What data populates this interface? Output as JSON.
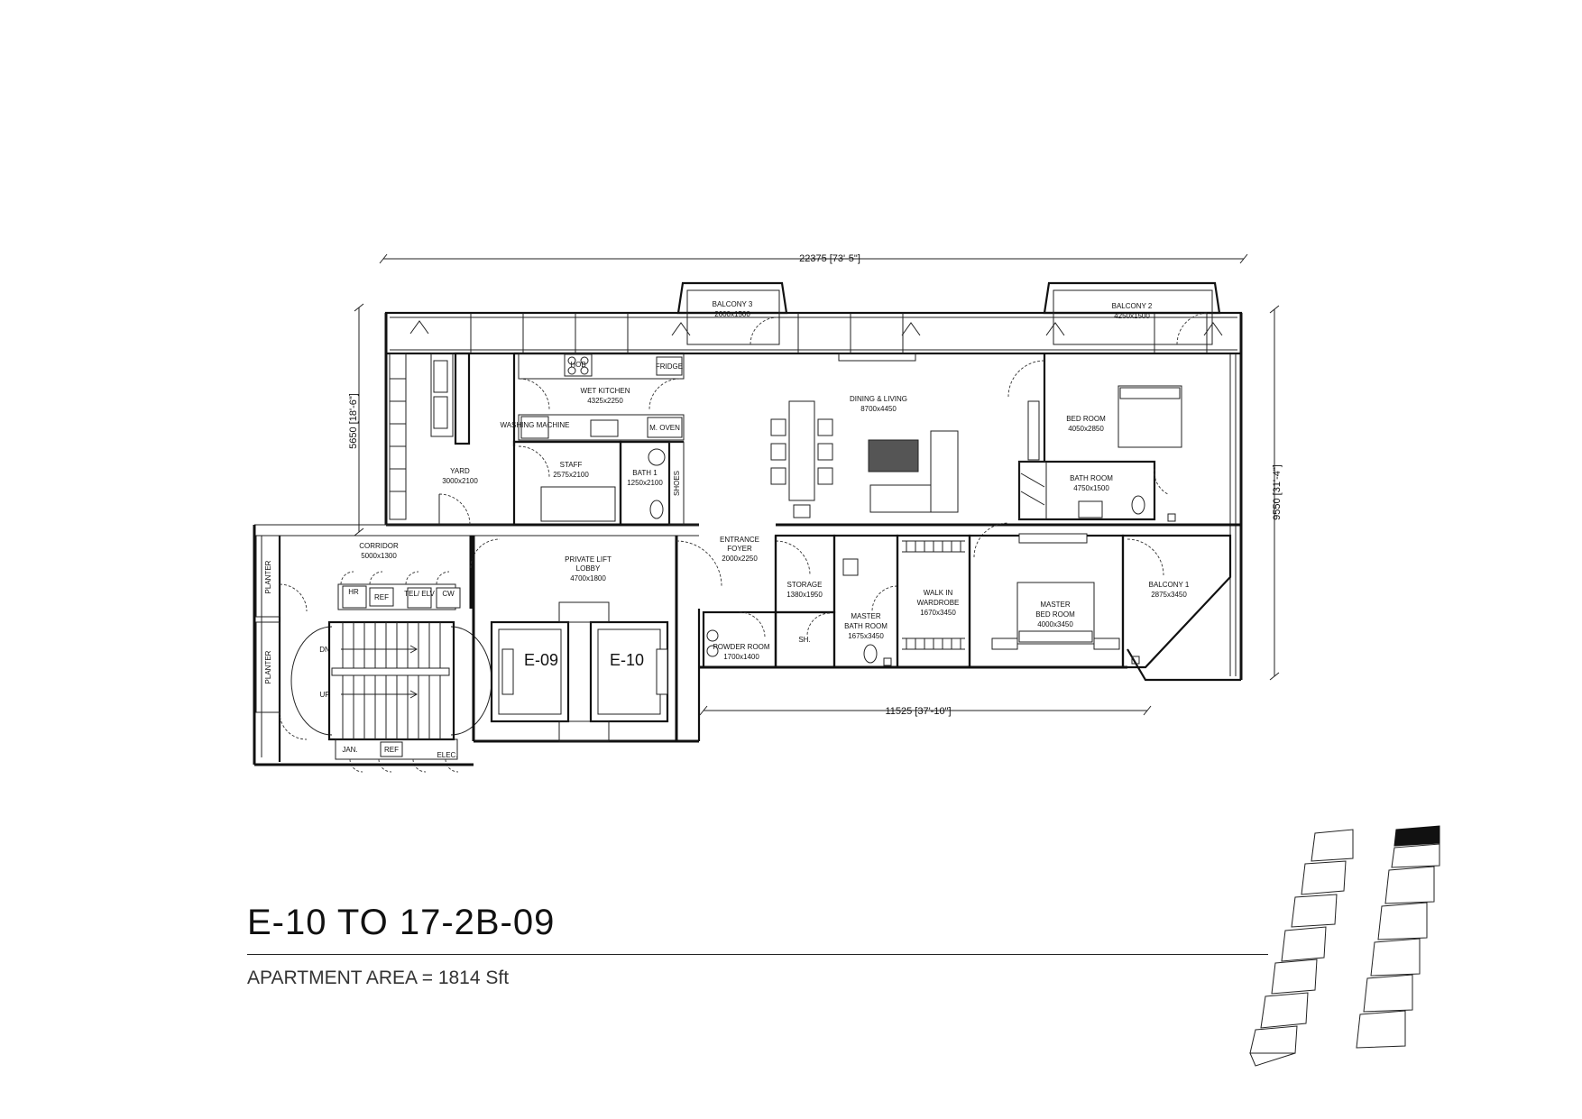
{
  "unit_title": "E-10 TO 17-2B-09",
  "apartment_area": "APARTMENT AREA = 1814 Sft",
  "dimensions": {
    "overall_width": "22375 [73'-5\"]",
    "left_height": "5650 [18'-6\"]",
    "right_height": "9550 [31'-4\"]",
    "bottom_width": "11525 [37'-10\"]"
  },
  "rooms": {
    "balcony3": {
      "name": "BALCONY 3",
      "size": "2600x1500"
    },
    "balcony2": {
      "name": "BALCONY 2",
      "size": "4250x1500"
    },
    "wet_kitchen": {
      "name": "WET KITCHEN",
      "size": "4325x2250"
    },
    "dining_living": {
      "name": "DINING & LIVING",
      "size": "8700x4450"
    },
    "bedroom": {
      "name": "BED ROOM",
      "size": "4050x2850"
    },
    "bathroom": {
      "name": "BATH ROOM",
      "size": "4750x1500"
    },
    "staff": {
      "name": "STAFF",
      "size": "2575x2100"
    },
    "bath1": {
      "name": "BATH 1",
      "size": "1250x2100"
    },
    "yard": {
      "name": "YARD",
      "size": "3000x2100"
    },
    "corridor": {
      "name": "CORRIDOR",
      "size": "5000x1300"
    },
    "private_lift_lobby": {
      "name": "PRIVATE LIFT",
      "name2": "LOBBY",
      "size": "4700x1800"
    },
    "entrance_foyer": {
      "name": "ENTRANCE",
      "name2": "FOYER",
      "size": "2000x2250"
    },
    "storage": {
      "name": "STORAGE",
      "size": "1380x1950"
    },
    "powder_room": {
      "name": "POWDER ROOM",
      "size": "1700x1400"
    },
    "master_bathroom": {
      "name": "MASTER",
      "name2": "BATH ROOM",
      "size": "1675x3450"
    },
    "walk_in_wardrobe": {
      "name": "WALK IN",
      "name2": "WARDROBE",
      "size": "1670x3450"
    },
    "master_bedroom": {
      "name": "MASTER",
      "name2": "BED ROOM",
      "size": "4000x3450"
    },
    "balcony1": {
      "name": "BALCONY 1",
      "size": "2875x3450"
    }
  },
  "fixtures": {
    "fridge": "FRIDGE",
    "hob": "HOB",
    "m_oven": "M. OVEN",
    "washing_machine": "WASHING MACHINE",
    "shoes": "SHOES",
    "sh": "SH.",
    "hr": "HR",
    "ref": "REF",
    "tel_elv": "TEL/ ELV",
    "cw": "CW",
    "jan": "JAN.",
    "ref2": "REF",
    "elec": "ELEC.",
    "dn": "DN",
    "up": "UP",
    "planter": "PLANTER"
  },
  "units": {
    "e09": "E-09",
    "e10": "E-10"
  }
}
